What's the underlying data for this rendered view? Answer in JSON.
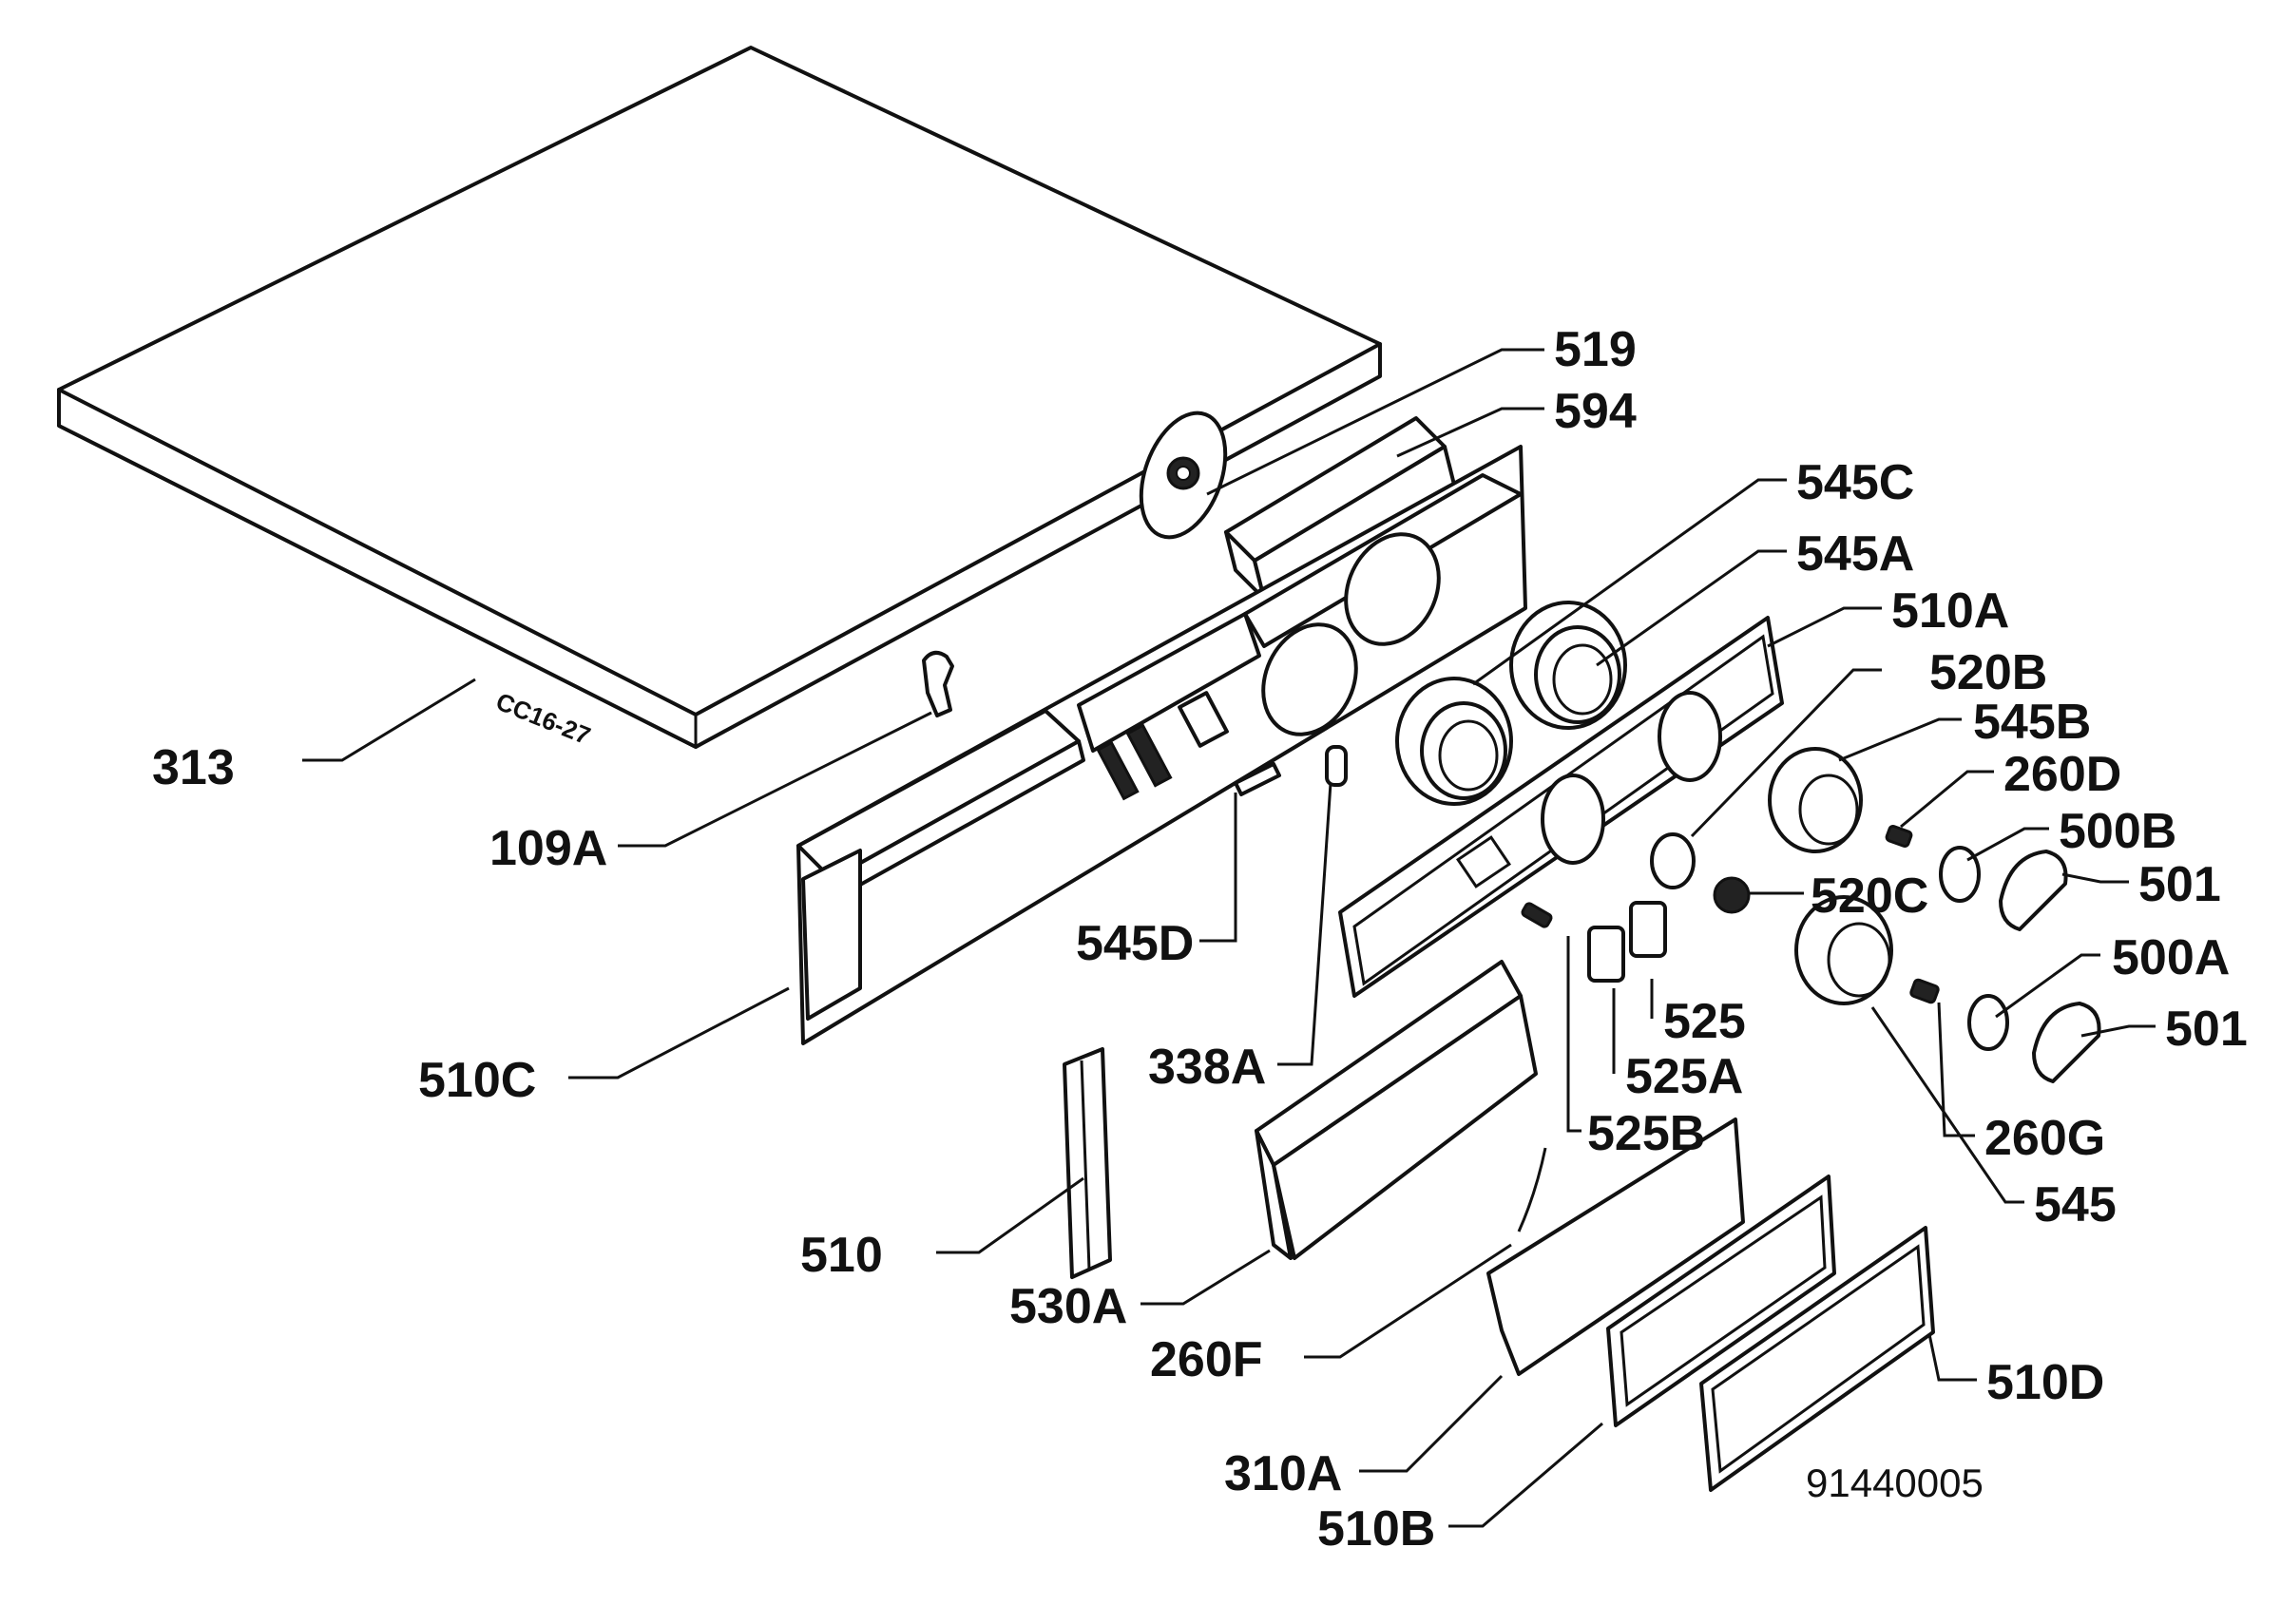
{
  "drawing_number": "91440005",
  "lid_marking": "CC16-27",
  "parts": [
    {
      "id": "313",
      "label": "313"
    },
    {
      "id": "109a",
      "label": "109A"
    },
    {
      "id": "519",
      "label": "519"
    },
    {
      "id": "594",
      "label": "594"
    },
    {
      "id": "545c",
      "label": "545C"
    },
    {
      "id": "545a",
      "label": "545A"
    },
    {
      "id": "510a",
      "label": "510A"
    },
    {
      "id": "520b",
      "label": "520B"
    },
    {
      "id": "545b",
      "label": "545B"
    },
    {
      "id": "260d",
      "label": "260D"
    },
    {
      "id": "500b",
      "label": "500B"
    },
    {
      "id": "501-top",
      "label": "501"
    },
    {
      "id": "520c",
      "label": "520C"
    },
    {
      "id": "500a",
      "label": "500A"
    },
    {
      "id": "501-bottom",
      "label": "501"
    },
    {
      "id": "525",
      "label": "525"
    },
    {
      "id": "525a",
      "label": "525A"
    },
    {
      "id": "525b",
      "label": "525B"
    },
    {
      "id": "260g",
      "label": "260G"
    },
    {
      "id": "545",
      "label": "545"
    },
    {
      "id": "545d",
      "label": "545D"
    },
    {
      "id": "338a",
      "label": "338A"
    },
    {
      "id": "510c",
      "label": "510C"
    },
    {
      "id": "510",
      "label": "510"
    },
    {
      "id": "530a",
      "label": "530A"
    },
    {
      "id": "260f",
      "label": "260F"
    },
    {
      "id": "310a",
      "label": "310A"
    },
    {
      "id": "510b",
      "label": "510B"
    },
    {
      "id": "510d",
      "label": "510D"
    }
  ]
}
